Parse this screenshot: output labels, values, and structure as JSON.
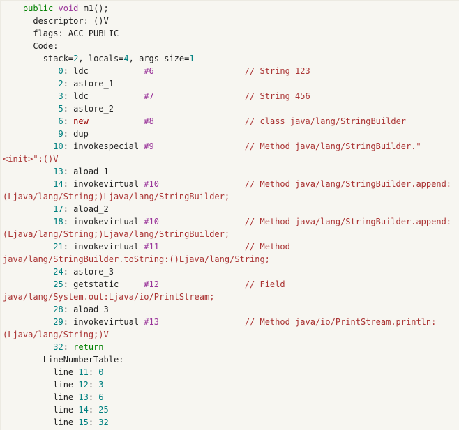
{
  "palette": {
    "background": "#f7f6f1",
    "plain": "#222222",
    "keyword": "#008000",
    "type": "#993399",
    "number": "#008080",
    "constant_ref": "#993399",
    "comment": "#AA3333",
    "keyword_new": "#990000"
  },
  "code_block": {
    "content_kind": "javap-bytecode-disassembly",
    "method_signature": "public void m1();",
    "rows": [
      [
        {
          "c": "p",
          "t": "    "
        },
        {
          "c": "k",
          "t": "public"
        },
        {
          "c": "p",
          "t": " "
        },
        {
          "c": "t",
          "t": "void"
        },
        {
          "c": "p",
          "t": " m1();"
        }
      ],
      [
        {
          "c": "p",
          "t": "      descriptor: ()V"
        }
      ],
      [
        {
          "c": "p",
          "t": "      flags: ACC_PUBLIC"
        }
      ],
      [
        {
          "c": "p",
          "t": "      Code:"
        }
      ],
      [
        {
          "c": "p",
          "t": "        stack="
        },
        {
          "c": "num",
          "t": "2"
        },
        {
          "c": "p",
          "t": ", locals="
        },
        {
          "c": "num",
          "t": "4"
        },
        {
          "c": "p",
          "t": ", args_size="
        },
        {
          "c": "num",
          "t": "1"
        }
      ],
      [
        {
          "c": "p",
          "t": "           "
        },
        {
          "c": "num",
          "t": "0"
        },
        {
          "c": "p",
          "t": ": ldc           "
        },
        {
          "c": "ref",
          "t": "#6"
        },
        {
          "c": "p",
          "t": "                  "
        },
        {
          "c": "com",
          "t": "// String 123"
        }
      ],
      [
        {
          "c": "p",
          "t": "           "
        },
        {
          "c": "num",
          "t": "2"
        },
        {
          "c": "p",
          "t": ": astore_1"
        }
      ],
      [
        {
          "c": "p",
          "t": "           "
        },
        {
          "c": "num",
          "t": "3"
        },
        {
          "c": "p",
          "t": ": ldc           "
        },
        {
          "c": "ref",
          "t": "#7"
        },
        {
          "c": "p",
          "t": "                  "
        },
        {
          "c": "com",
          "t": "// String 456"
        }
      ],
      [
        {
          "c": "p",
          "t": "           "
        },
        {
          "c": "num",
          "t": "5"
        },
        {
          "c": "p",
          "t": ": astore_2"
        }
      ],
      [
        {
          "c": "p",
          "t": "           "
        },
        {
          "c": "num",
          "t": "6"
        },
        {
          "c": "p",
          "t": ": "
        },
        {
          "c": "new",
          "t": "new"
        },
        {
          "c": "p",
          "t": "           "
        },
        {
          "c": "ref",
          "t": "#8"
        },
        {
          "c": "p",
          "t": "                  "
        },
        {
          "c": "com",
          "t": "// class java/lang/StringBuilder"
        }
      ],
      [
        {
          "c": "p",
          "t": "           "
        },
        {
          "c": "num",
          "t": "9"
        },
        {
          "c": "p",
          "t": ": dup"
        }
      ],
      [
        {
          "c": "p",
          "t": "          "
        },
        {
          "c": "num",
          "t": "10"
        },
        {
          "c": "p",
          "t": ": invokespecial "
        },
        {
          "c": "ref",
          "t": "#9"
        },
        {
          "c": "p",
          "t": "                  "
        },
        {
          "c": "com",
          "t": "// Method java/lang/StringBuilder.\""
        }
      ],
      [
        {
          "c": "com",
          "t": "<init>\":()V"
        }
      ],
      [
        {
          "c": "p",
          "t": "          "
        },
        {
          "c": "num",
          "t": "13"
        },
        {
          "c": "p",
          "t": ": aload_1"
        }
      ],
      [
        {
          "c": "p",
          "t": "          "
        },
        {
          "c": "num",
          "t": "14"
        },
        {
          "c": "p",
          "t": ": invokevirtual "
        },
        {
          "c": "ref",
          "t": "#10"
        },
        {
          "c": "p",
          "t": "                 "
        },
        {
          "c": "com",
          "t": "// Method java/lang/StringBuilder.append:"
        }
      ],
      [
        {
          "c": "com",
          "t": "(Ljava/lang/String;)Ljava/lang/StringBuilder;"
        }
      ],
      [
        {
          "c": "p",
          "t": "          "
        },
        {
          "c": "num",
          "t": "17"
        },
        {
          "c": "p",
          "t": ": aload_2"
        }
      ],
      [
        {
          "c": "p",
          "t": "          "
        },
        {
          "c": "num",
          "t": "18"
        },
        {
          "c": "p",
          "t": ": invokevirtual "
        },
        {
          "c": "ref",
          "t": "#10"
        },
        {
          "c": "p",
          "t": "                 "
        },
        {
          "c": "com",
          "t": "// Method java/lang/StringBuilder.append:"
        }
      ],
      [
        {
          "c": "com",
          "t": "(Ljava/lang/String;)Ljava/lang/StringBuilder;"
        }
      ],
      [
        {
          "c": "p",
          "t": "          "
        },
        {
          "c": "num",
          "t": "21"
        },
        {
          "c": "p",
          "t": ": invokevirtual "
        },
        {
          "c": "ref",
          "t": "#11"
        },
        {
          "c": "p",
          "t": "                 "
        },
        {
          "c": "com",
          "t": "// Method"
        }
      ],
      [
        {
          "c": "com",
          "t": "java/lang/StringBuilder.toString:()Ljava/lang/String;"
        }
      ],
      [
        {
          "c": "p",
          "t": "          "
        },
        {
          "c": "num",
          "t": "24"
        },
        {
          "c": "p",
          "t": ": astore_3"
        }
      ],
      [
        {
          "c": "p",
          "t": "          "
        },
        {
          "c": "num",
          "t": "25"
        },
        {
          "c": "p",
          "t": ": getstatic     "
        },
        {
          "c": "ref",
          "t": "#12"
        },
        {
          "c": "p",
          "t": "                 "
        },
        {
          "c": "com",
          "t": "// Field"
        }
      ],
      [
        {
          "c": "com",
          "t": "java/lang/System.out:Ljava/io/PrintStream;"
        }
      ],
      [
        {
          "c": "p",
          "t": "          "
        },
        {
          "c": "num",
          "t": "28"
        },
        {
          "c": "p",
          "t": ": aload_3"
        }
      ],
      [
        {
          "c": "p",
          "t": "          "
        },
        {
          "c": "num",
          "t": "29"
        },
        {
          "c": "p",
          "t": ": invokevirtual "
        },
        {
          "c": "ref",
          "t": "#13"
        },
        {
          "c": "p",
          "t": "                 "
        },
        {
          "c": "com",
          "t": "// Method java/io/PrintStream.println:"
        }
      ],
      [
        {
          "c": "com",
          "t": "(Ljava/lang/String;)V"
        }
      ],
      [
        {
          "c": "p",
          "t": "          "
        },
        {
          "c": "num",
          "t": "32"
        },
        {
          "c": "p",
          "t": ": "
        },
        {
          "c": "k",
          "t": "return"
        }
      ],
      [
        {
          "c": "p",
          "t": "        LineNumberTable:"
        }
      ],
      [
        {
          "c": "p",
          "t": "          line "
        },
        {
          "c": "num",
          "t": "11"
        },
        {
          "c": "p",
          "t": ": "
        },
        {
          "c": "num",
          "t": "0"
        }
      ],
      [
        {
          "c": "p",
          "t": "          line "
        },
        {
          "c": "num",
          "t": "12"
        },
        {
          "c": "p",
          "t": ": "
        },
        {
          "c": "num",
          "t": "3"
        }
      ],
      [
        {
          "c": "p",
          "t": "          line "
        },
        {
          "c": "num",
          "t": "13"
        },
        {
          "c": "p",
          "t": ": "
        },
        {
          "c": "num",
          "t": "6"
        }
      ],
      [
        {
          "c": "p",
          "t": "          line "
        },
        {
          "c": "num",
          "t": "14"
        },
        {
          "c": "p",
          "t": ": "
        },
        {
          "c": "num",
          "t": "25"
        }
      ],
      [
        {
          "c": "p",
          "t": "          line "
        },
        {
          "c": "num",
          "t": "15"
        },
        {
          "c": "p",
          "t": ": "
        },
        {
          "c": "num",
          "t": "32"
        }
      ]
    ]
  }
}
